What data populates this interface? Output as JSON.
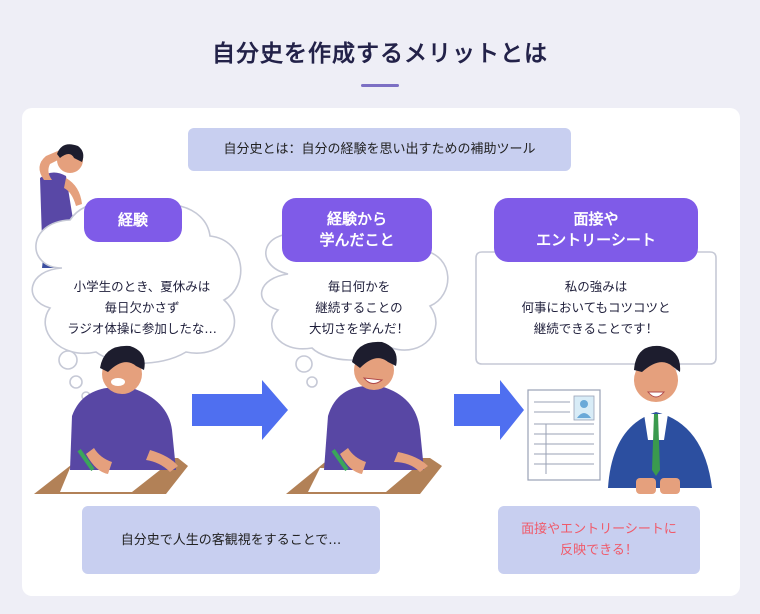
{
  "title": "自分史を作成するメリットとは",
  "definition": "自分史とは：自分の経験を思い出すための補助ツール",
  "steps": [
    {
      "label": "経験",
      "bubble": [
        "小学生のとき、夏休みは",
        "毎日欠かさず",
        "ラジオ体操に参加したな…"
      ]
    },
    {
      "label_lines": [
        "経験から",
        "学んだこと"
      ],
      "bubble": [
        "毎日何かを",
        "継続することの",
        "大切さを学んだ！"
      ]
    },
    {
      "label_lines": [
        "面接や",
        "エントリーシート"
      ],
      "bubble": [
        "私の強みは",
        "何事においてもコツコツと",
        "継続できることです！"
      ]
    }
  ],
  "bottom_left": "自分史で人生の客観視をすることで…",
  "bottom_right": [
    "面接やエントリーシートに",
    "反映できる！"
  ],
  "colors": {
    "accent": "#7f5be8",
    "arrow": "#4f6ff0",
    "box": "#c8cff0",
    "highlight_text": "#f05a6a",
    "title_text": "#232249"
  }
}
